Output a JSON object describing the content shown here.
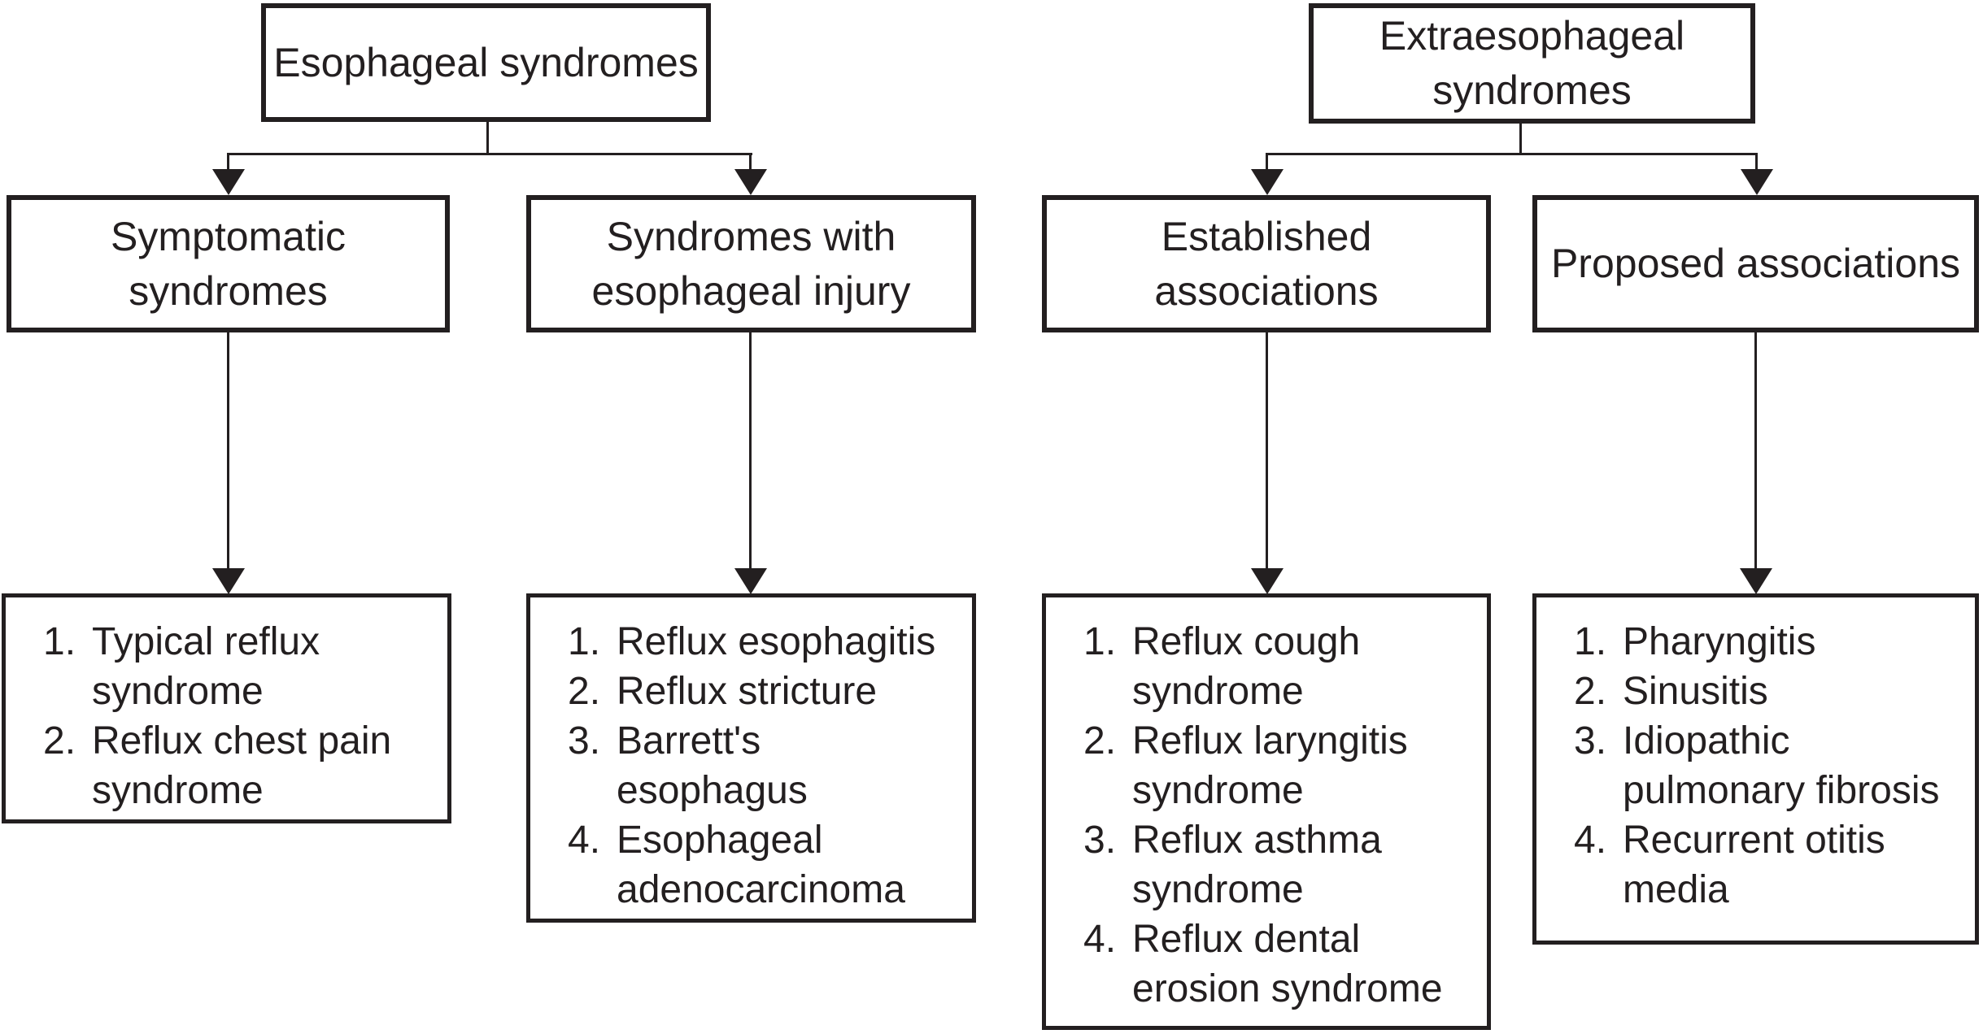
{
  "figure": {
    "type": "flowchart",
    "ink_color": "#231f20",
    "background_color": "#ffffff"
  },
  "left_tree": {
    "root_label": "Esophageal syndromes",
    "children": [
      {
        "label": "Symptomatic\nsyndromes",
        "items": [
          {
            "num": "1.",
            "text": "Typical reflux\nsyndrome"
          },
          {
            "num": "2.",
            "text": "Reflux chest pain\nsyndrome"
          }
        ]
      },
      {
        "label": "Syndromes with\nesophageal injury",
        "items": [
          {
            "num": "1.",
            "text": "Reflux esophagitis"
          },
          {
            "num": "2.",
            "text": "Reflux stricture"
          },
          {
            "num": "3.",
            "text": "Barrett's\nesophagus"
          },
          {
            "num": "4.",
            "text": "Esophageal\nadenocarcinoma"
          }
        ]
      }
    ]
  },
  "right_tree": {
    "root_label": "Extraesophageal\nsyndromes",
    "children": [
      {
        "label": "Established\nassociations",
        "items": [
          {
            "num": "1.",
            "text": "Reflux cough\nsyndrome"
          },
          {
            "num": "2.",
            "text": "Reflux laryngitis\nsyndrome"
          },
          {
            "num": "3.",
            "text": "Reflux asthma\nsyndrome"
          },
          {
            "num": "4.",
            "text": "Reflux dental\nerosion syndrome"
          }
        ]
      },
      {
        "label": "Proposed associations",
        "items": [
          {
            "num": "1.",
            "text": "Pharyngitis"
          },
          {
            "num": "2.",
            "text": "Sinusitis"
          },
          {
            "num": "3.",
            "text": "Idiopathic\npulmonary fibrosis"
          },
          {
            "num": "4.",
            "text": "Recurrent otitis\nmedia"
          }
        ]
      }
    ]
  }
}
